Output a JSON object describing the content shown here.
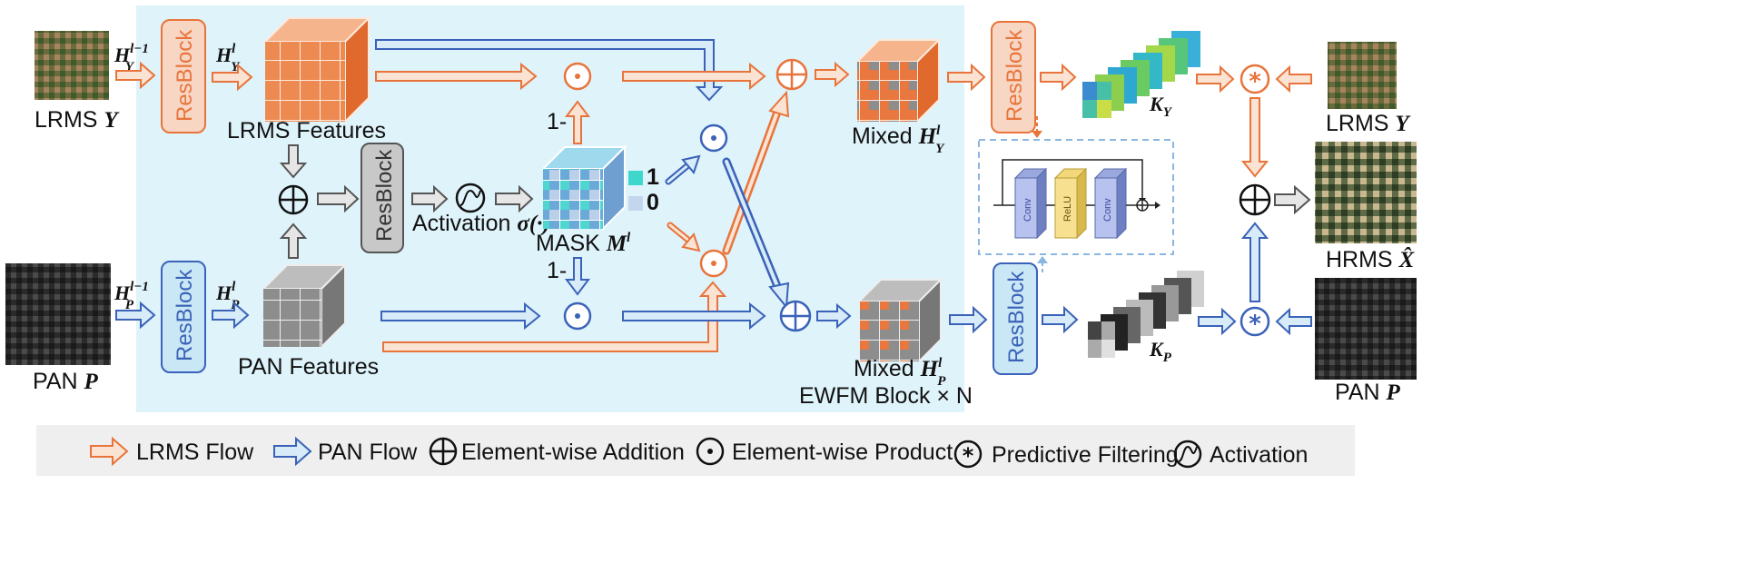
{
  "colors": {
    "lrms": "#e8743b",
    "pan": "#3a62b8",
    "lrms_fill": "#f7d6c3",
    "pan_fill": "#c9e7f5",
    "gray_fill": "#cfcfcf",
    "block_bg": "#dff3fb"
  },
  "inputs": {
    "lrms_label": "LRMS",
    "lrms_symbol": "Y",
    "pan_label": "PAN",
    "pan_symbol": "P",
    "lrms_right_label": "LRMS",
    "pan_right_label": "PAN",
    "output_label": "HRMS",
    "output_symbol": "X̂"
  },
  "resblock_label": "ResBlock",
  "features": {
    "lrms_features": "LRMS Features",
    "pan_features": "PAN Features",
    "activation_label": "Activation",
    "activation_symbol": "σ(·)",
    "mask_label": "MASK",
    "mask_symbol": "M",
    "mask_sup": "l",
    "mask_one": "1",
    "mask_zero": "0",
    "one_minus_top": "1-",
    "one_minus_bottom": "1-",
    "mixed_y_label": "Mixed",
    "mixed_p_label": "Mixed",
    "ewfm_label": "EWFM Block × N"
  },
  "symbols": {
    "hy_prev_base": "H",
    "hy_prev_sub": "Y",
    "hy_prev_sup": "l−1",
    "hy_base": "H",
    "hy_sub": "Y",
    "hy_sup": "l",
    "hp_prev_base": "H",
    "hp_prev_sub": "P",
    "hp_prev_sup": "l−1",
    "hp_base": "H",
    "hp_sub": "P",
    "hp_sup": "l",
    "ky_base": "K",
    "ky_sub": "Y",
    "kp_base": "K",
    "kp_sub": "P"
  },
  "inset": {
    "conv1": "Conv",
    "relu": "ReLU",
    "conv2": "Conv"
  },
  "legend": {
    "lrms_flow": "LRMS Flow",
    "pan_flow": "PAN Flow",
    "add": "Element-wise Addition",
    "product": "Element-wise Product",
    "filter": "Predictive Filtering",
    "activation": "Activation"
  }
}
